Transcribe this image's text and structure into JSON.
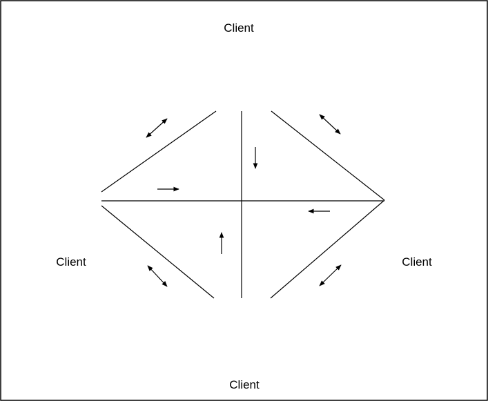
{
  "diagram": {
    "type": "peer-to-peer network",
    "nodes": [
      {
        "id": "top",
        "label": "Client",
        "icon": "desktop-computer-icon"
      },
      {
        "id": "left",
        "label": "Client",
        "icon": "desktop-computer-icon"
      },
      {
        "id": "right",
        "label": "Client",
        "icon": "desktop-computer-icon"
      },
      {
        "id": "bottom",
        "label": "Client",
        "icon": "desktop-computer-icon"
      }
    ],
    "links": [
      {
        "from": "top",
        "to": "left",
        "direction": "bidirectional"
      },
      {
        "from": "top",
        "to": "right",
        "direction": "bidirectional"
      },
      {
        "from": "left",
        "to": "bottom",
        "direction": "bidirectional"
      },
      {
        "from": "right",
        "to": "bottom",
        "direction": "bidirectional"
      },
      {
        "from": "top",
        "to": "bottom",
        "direction": "top-to-bottom"
      },
      {
        "from": "bottom",
        "to": "top",
        "direction": "bottom-to-top"
      },
      {
        "from": "left",
        "to": "right",
        "direction": "left-to-right"
      },
      {
        "from": "right",
        "to": "left",
        "direction": "right-to-left"
      }
    ]
  },
  "colors": {
    "line": "#000000",
    "screen_light": "#f2f2f2",
    "screen_dark": "#222222",
    "background": "#ffffff"
  }
}
